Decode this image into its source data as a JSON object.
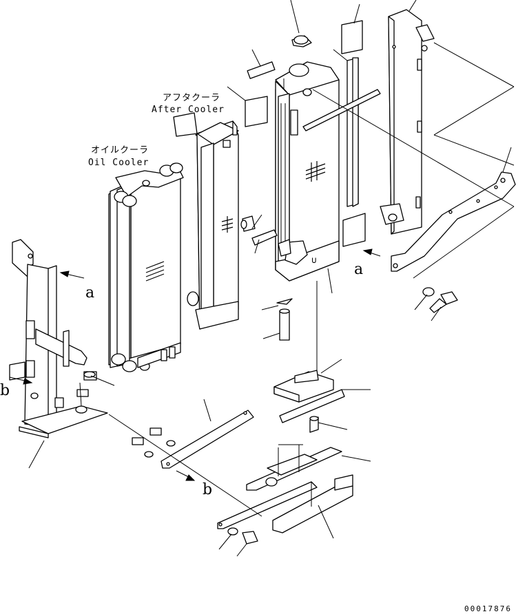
{
  "labels": {
    "after_cooler_jp": "アフタクーラ",
    "after_cooler_en": "After Cooler",
    "oil_cooler_jp": "オイルクーラ",
    "oil_cooler_en": "Oil Cooler"
  },
  "markers": {
    "a_left": "a",
    "a_right": "a",
    "b_left": "b",
    "b_bottom": "b"
  },
  "drawing_number": "00017876"
}
